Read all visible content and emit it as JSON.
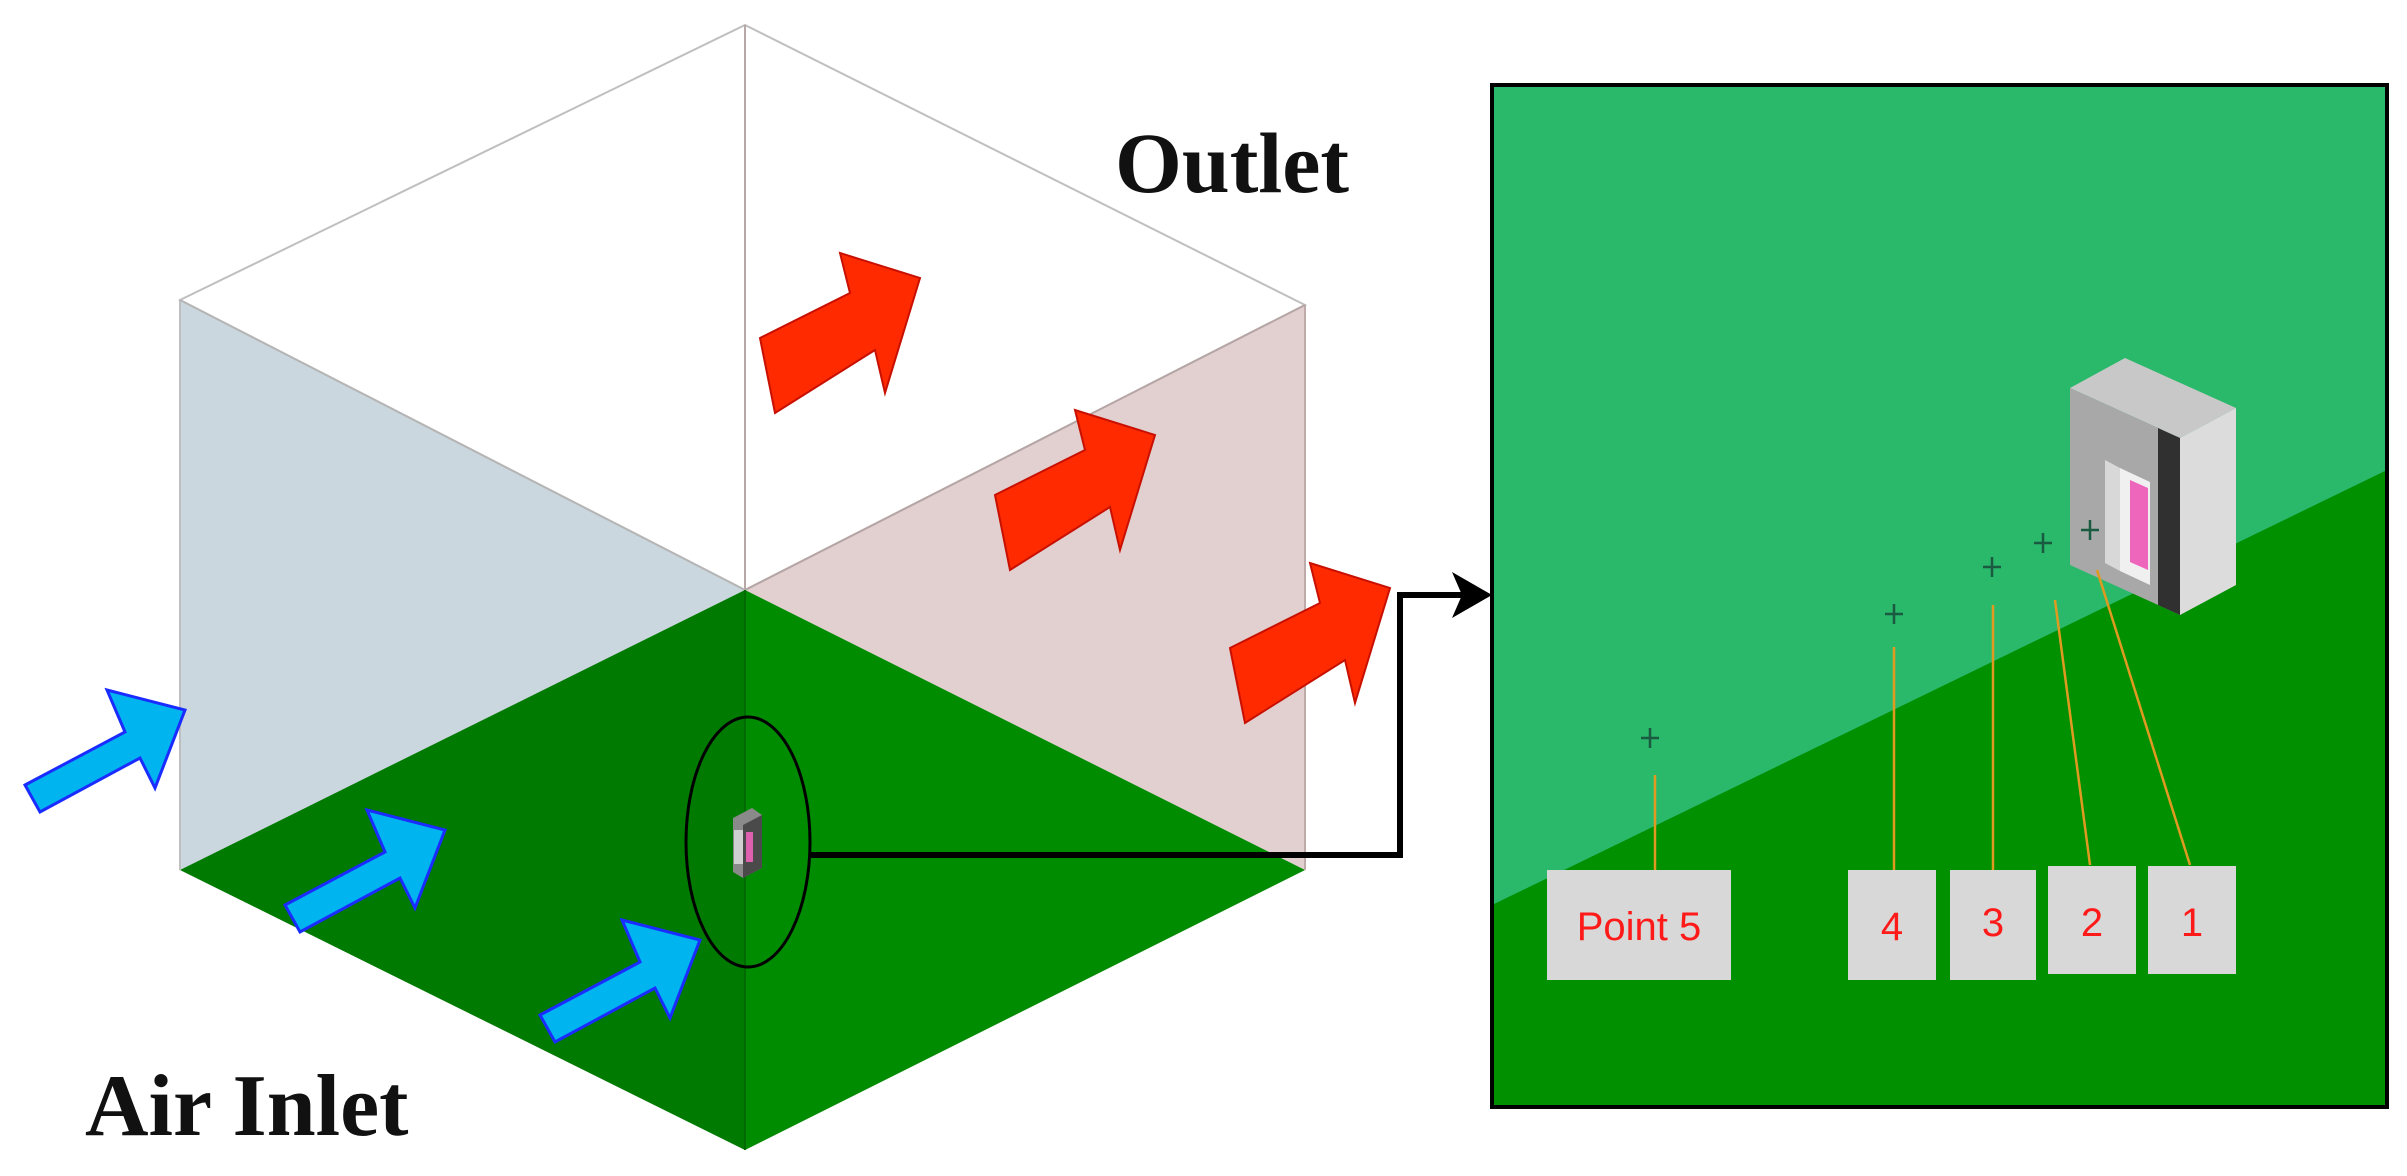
{
  "labels": {
    "outlet": "Outlet",
    "air_inlet": "Air Inlet"
  },
  "points": {
    "p5": "Point 5",
    "p4": "4",
    "p3": "3",
    "p2": "2",
    "p1": "1"
  },
  "colors": {
    "floor_dark": "#007a00",
    "floor_green": "#008c00",
    "zoom_upper": "#2ab86a",
    "zoom_lower": "#009000",
    "outlet_wall": "#e2cfcf",
    "inlet_wall": "#cbd7de",
    "inlet_arrow": "#00b4f0",
    "outlet_arrow": "#ff2a00",
    "label_red": "#ff1a1a",
    "leader_orange": "#e09a20"
  },
  "icons": {
    "inlet_arrow": "blue-block-arrow",
    "outlet_arrow": "red-block-arrow",
    "connector": "black-arrow-connector",
    "device": "heater-box"
  }
}
